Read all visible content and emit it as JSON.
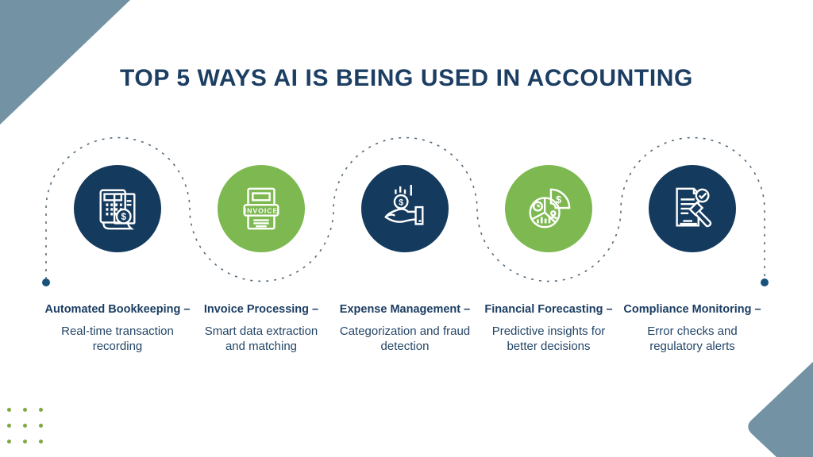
{
  "page": {
    "title": "TOP 5 WAYS AI IS BEING USED IN ACCOUNTING"
  },
  "steps": [
    {
      "title": "Automated Bookkeeping –",
      "description": "Real-time transaction recording",
      "icon": "calculator-receipt-dollar-icon",
      "icon_text": "$",
      "circle_color": "#143a5e"
    },
    {
      "title": "Invoice Processing –",
      "description": "Smart data extraction and matching",
      "icon": "invoice-document-icon",
      "icon_text": "INVOICE",
      "circle_color": "#7db950"
    },
    {
      "title": "Expense Management –",
      "description": "Categorization and fraud detection",
      "icon": "hand-catching-coin-icon",
      "icon_text": "$",
      "circle_color": "#143a5e"
    },
    {
      "title": "Financial Forecasting –",
      "description": "Predictive insights for better decisions",
      "icon": "pie-chart-forecast-icon",
      "icon_text": "$",
      "circle_color": "#7db950"
    },
    {
      "title": "Compliance Monitoring –",
      "description": "Error checks and regulatory alerts",
      "icon": "document-gavel-check-icon",
      "circle_color": "#143a5e"
    }
  ],
  "colors": {
    "navy": "#143a5e",
    "green": "#7db950",
    "slate_corner": "#7392a4",
    "title_text": "#1c3e63",
    "body_text": "#244668",
    "connector_dash": "#566a79",
    "connector_end_dot": "#17527b",
    "dots_decoration": "#7fa845"
  }
}
